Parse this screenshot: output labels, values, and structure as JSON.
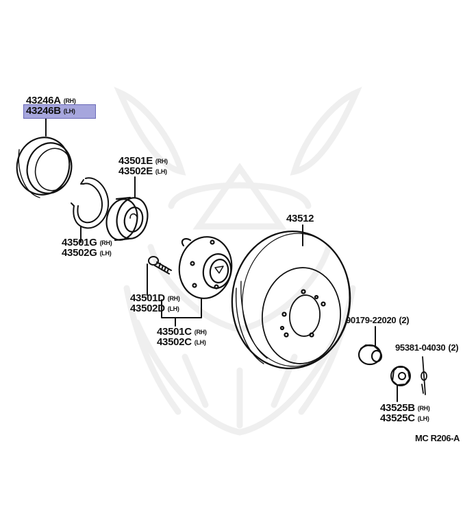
{
  "diagram": {
    "code": "MC R206-A",
    "highlight_color": "#a6a6dd",
    "parts": [
      {
        "id": "bearing-cover",
        "lines": [
          {
            "pn": "43246A",
            "side": "(RH)"
          },
          {
            "pn": "43246B",
            "side": "(LH)",
            "highlighted": true
          }
        ]
      },
      {
        "id": "bearing",
        "lines": [
          {
            "pn": "43501E",
            "side": "(RH)"
          },
          {
            "pn": "43502E",
            "side": "(LH)"
          }
        ]
      },
      {
        "id": "snap-ring",
        "lines": [
          {
            "pn": "43501G",
            "side": "(RH)"
          },
          {
            "pn": "43502G",
            "side": "(LH)"
          }
        ]
      },
      {
        "id": "hub-bolt",
        "lines": [
          {
            "pn": "43501D",
            "side": "(RH)"
          },
          {
            "pn": "43502D",
            "side": "(LH)"
          }
        ]
      },
      {
        "id": "hub",
        "lines": [
          {
            "pn": "43501C",
            "side": "(RH)"
          },
          {
            "pn": "43502C",
            "side": "(LH)"
          }
        ]
      },
      {
        "id": "disc-rotor",
        "lines": [
          {
            "pn": "43512"
          }
        ]
      },
      {
        "id": "hub-nut",
        "lines": [
          {
            "pn": "90179-22020",
            "qty": "(2)"
          }
        ]
      },
      {
        "id": "cotter-pin",
        "lines": [
          {
            "pn": "95381-04030",
            "qty": "(2)"
          }
        ]
      },
      {
        "id": "nut-lock-cap",
        "lines": [
          {
            "pn": "43525B",
            "side": "(RH)"
          },
          {
            "pn": "43525C",
            "side": "(LH)"
          }
        ]
      }
    ]
  }
}
